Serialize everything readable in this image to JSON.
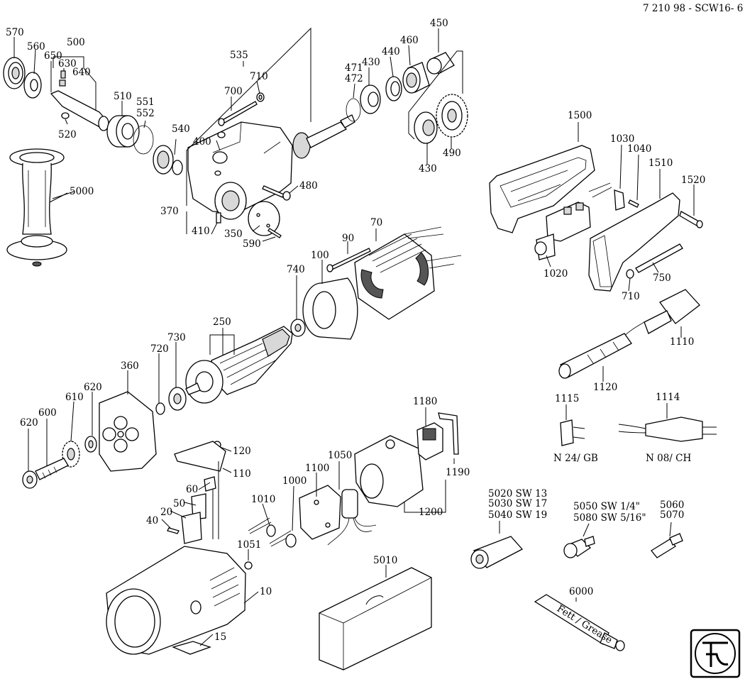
{
  "document_id": "7 210 98 - SCW16- 6",
  "logo": "fein",
  "part_labels": {
    "p570": "570",
    "p560": "560",
    "p650": "650",
    "p500": "500",
    "p630": "630",
    "p640": "640",
    "p520": "520",
    "p510": "510",
    "p551": "551",
    "p552": "552",
    "p540": "540",
    "p535": "535",
    "p710a": "710",
    "p700": "700",
    "p400": "400",
    "p480": "480",
    "p370": "370",
    "p410": "410",
    "p350": "350",
    "p590": "590",
    "p471": "471",
    "p472": "472",
    "p430a": "430",
    "p440": "440",
    "p460": "460",
    "p450": "450",
    "p430b": "430",
    "p490": "490",
    "p5000": "5000",
    "p1500": "1500",
    "p1030": "1030",
    "p1040": "1040",
    "p1510": "1510",
    "p1520": "1520",
    "p1020": "1020",
    "p710b": "710",
    "p750": "750",
    "p90": "90",
    "p70": "70",
    "p100": "100",
    "p740": "740",
    "p250": "250",
    "p730": "730",
    "p720": "720",
    "p360": "360",
    "p620a": "620",
    "p610": "610",
    "p600": "600",
    "p620b": "620",
    "p1110": "1110",
    "p1120": "1120",
    "p1115": "1115",
    "p1114": "1114",
    "p1180": "1180",
    "p1190": "1190",
    "p1200": "1200",
    "p1050": "1050",
    "p1100": "1100",
    "p1000": "1000",
    "p1010": "1010",
    "p120": "120",
    "p110": "110",
    "p60": "60",
    "p50": "50",
    "p20": "20",
    "p40": "40",
    "p1051": "1051",
    "p10": "10",
    "p15": "15",
    "p5010": "5010",
    "p6000": "6000",
    "p5060": "5060",
    "p5070": "5070"
  },
  "variant_labels": {
    "n24gb": "N 24/ GB",
    "n08ch": "N 08/ CH"
  },
  "socket_labels": {
    "l5020": "5020  SW 13",
    "l5030": "5030  SW 17",
    "l5040": "5040  SW 19",
    "l5050": "5050  SW 1/4\"",
    "l5080": "5080  SW 5/16\""
  },
  "grease_tube_text": "Fett / Grease"
}
